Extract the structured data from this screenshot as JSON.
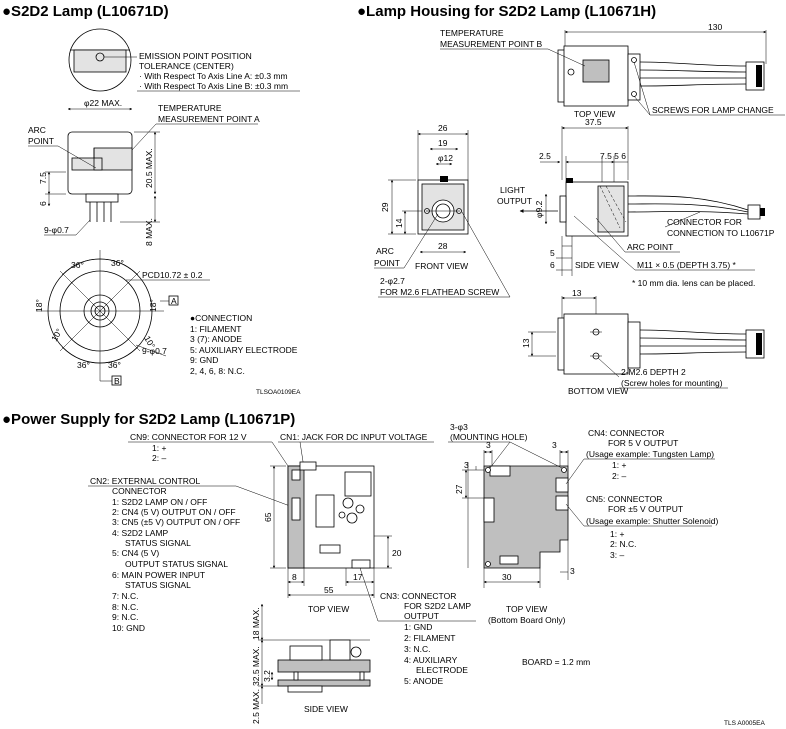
{
  "s2d2_lamp": {
    "title": "●S2D2 Lamp (L10671D)",
    "emission_1": "EMISSION POINT POSITION",
    "emission_2": "TOLERANCE (CENTER)",
    "emission_3": "· With Respect To Axis Line A: ±0.3 mm",
    "emission_4": "· With Respect To Axis Line B: ±0.3 mm",
    "dia22": "φ22 MAX.",
    "temp_1": "TEMPERATURE",
    "temp_2": "MEASUREMENT POINT A",
    "arc_1": "ARC",
    "arc_2": "POINT",
    "dim_75": "7.5",
    "dim_6": "6",
    "dim_205": "20.5 MAX.",
    "dim_8": "8 MAX.",
    "pins": "9-φ0.7",
    "pins2": "9-φ0.7",
    "deg36": "36°",
    "deg18": "18°",
    "deg10": "10°",
    "pcd": "PCD10.72 ± 0.2",
    "axis_a": "A",
    "axis_b": "B",
    "conn_title": "●CONNECTION",
    "conn_1": "1: FILAMENT",
    "conn_2": "3 (7): ANODE",
    "conn_3": "5: AUXILIARY ELECTRODE",
    "conn_4": "9: GND",
    "conn_5": "2, 4, 6, 8: N.C.",
    "code": "TLSOA0109EA"
  },
  "housing": {
    "title": "●Lamp Housing for S2D2 Lamp (L10671H)",
    "dim_130": "130",
    "temp_1": "TEMPERATURE",
    "temp_2": "MEASUREMENT POINT B",
    "top_view": "TOP VIEW",
    "screws": "SCREWS FOR LAMP CHANGE",
    "dim_26": "26",
    "dim_19": "19",
    "dim_12": "φ12",
    "dim_29": "29",
    "dim_14": "14",
    "dim_28": "28",
    "arc_1": "ARC",
    "arc_2": "POINT",
    "front_view": "FRONT VIEW",
    "screw_1": "2-φ2.7",
    "screw_2": "FOR M2.6 FLATHEAD SCREW",
    "dim_375": "37.5",
    "dim_25": "2.5",
    "dim_756": "7.5  5  6",
    "light_1": "LIGHT",
    "light_2": "OUTPUT",
    "dim_92": "φ9.2",
    "conn_1": "CONNECTOR FOR",
    "conn_2": "CONNECTION TO L10671P",
    "arc_point": "ARC POINT",
    "dim_5": "5",
    "dim_6": "6",
    "side_view": "SIDE VIEW",
    "m11": "M11 × 0.5 (DEPTH 3.75) *",
    "lens_note": "* 10 mm dia. lens can be placed.",
    "dim_13a": "13",
    "dim_13b": "13",
    "holes_1": "2-M2.6 DEPTH 2",
    "holes_2": "(Screw holes for mounting)",
    "bottom_view": "BOTTOM VIEW"
  },
  "power": {
    "title": "●Power Supply for S2D2 Lamp (L10671P)",
    "cn9": "CN9: CONNECTOR FOR 12 V",
    "cn9_1": "1: +",
    "cn9_2": "2: –",
    "cn1": "CN1: JACK FOR DC INPUT VOLTAGE",
    "cn2_1": "CN2: EXTERNAL CONTROL",
    "cn2_2": "CONNECTOR",
    "cn2_l1": "1: S2D2 LAMP ON / OFF",
    "cn2_l2": "2: CN4 (5 V) OUTPUT ON / OFF",
    "cn2_l3": "3: CN5 (±5 V) OUTPUT ON / OFF",
    "cn2_l4": "4: S2D2 LAMP",
    "cn2_l4b": "STATUS SIGNAL",
    "cn2_l5": "5: CN4 (5 V)",
    "cn2_l5b": "OUTPUT STATUS SIGNAL",
    "cn2_l6": "6: MAIN POWER INPUT",
    "cn2_l6b": "STATUS SIGNAL",
    "cn2_l7": "7: N.C.",
    "cn2_l8": "8: N.C.",
    "cn2_l9": "9: N.C.",
    "cn2_l10": "10: GND",
    "dim_65": "65",
    "dim_20": "20",
    "dim_8": "8",
    "dim_17": "17",
    "dim_55": "55",
    "top_view": "TOP VIEW",
    "cn3_1": "CN3: CONNECTOR",
    "cn3_2": "FOR S2D2 LAMP",
    "cn3_3": "OUTPUT",
    "cn3_l1": "1: GND",
    "cn3_l2": "2: FILAMENT",
    "cn3_l3": "3: N.C.",
    "cn3_l4": "4: AUXILIARY",
    "cn3_l4b": "ELECTRODE",
    "cn3_l5": "5: ANODE",
    "dim_18": "18 MAX.",
    "dim_325": "32.5 MAX.",
    "dim_32": "3.2",
    "dim_255": "2.5 MAX.",
    "side_view": "SIDE VIEW",
    "mount_1": "3-φ3",
    "mount_2": "(MOUNTING HOLE)",
    "dim_3a": "3",
    "dim_3b": "3",
    "dim_3c": "3",
    "dim_27": "27",
    "dim_30": "30",
    "dim_3d": "3",
    "cn4_1": "CN4: CONNECTOR",
    "cn4_2": "FOR 5 V OUTPUT",
    "cn4_3": "(Usage example: Tungsten Lamp)",
    "cn4_l1": "1: +",
    "cn4_l2": "2: –",
    "cn5_1": "CN5: CONNECTOR",
    "cn5_2": "FOR ±5 V OUTPUT",
    "cn5_3": "(Usage example: Shutter Solenoid)",
    "cn5_l1": "1: +",
    "cn5_l2": "2: N.C.",
    "cn5_l3": "3: –",
    "top_view_b1": "TOP VIEW",
    "top_view_b2": "(Bottom Board Only)",
    "board": "BOARD = 1.2 mm",
    "code": "TLS A0005EA"
  }
}
